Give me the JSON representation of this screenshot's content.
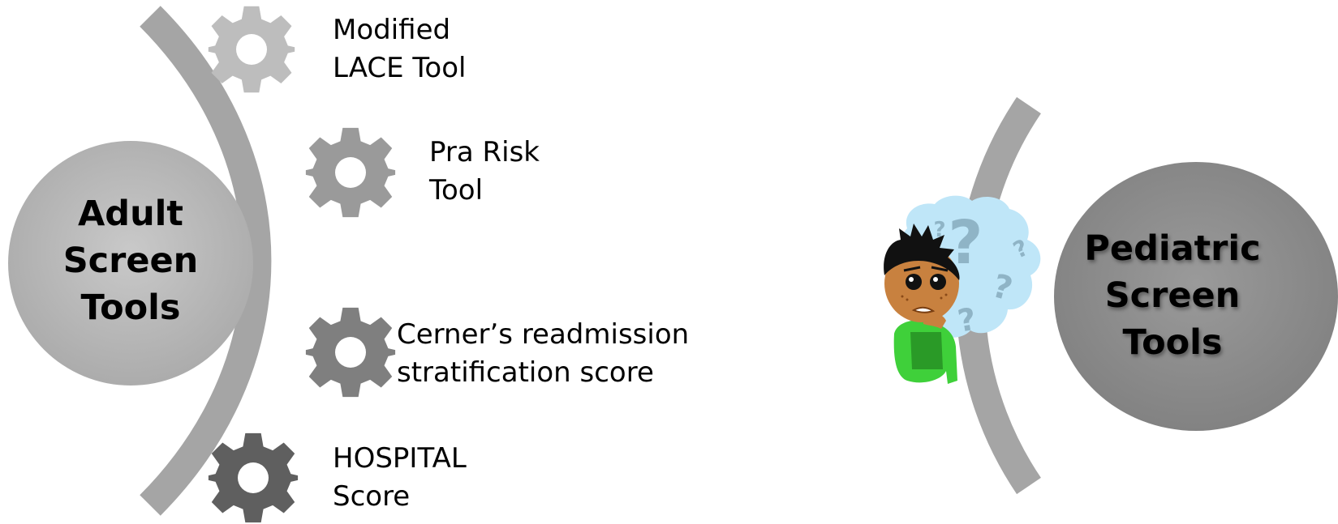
{
  "left_hub": {
    "lines": [
      "Adult",
      "Screen",
      "Tools"
    ]
  },
  "right_hub": {
    "lines": [
      "Pediatric",
      "Screen",
      "Tools"
    ]
  },
  "tools": [
    {
      "line1": "Modified",
      "line2": "LACE Tool"
    },
    {
      "line1": "Pra Risk",
      "line2": "Tool"
    },
    {
      "line1": "Cerner’s readmission",
      "line2": "stratification score"
    },
    {
      "line1": "HOSPITAL",
      "line2": "Score"
    }
  ],
  "colors": {
    "arc": "#a5a5a5",
    "hub_left": "#b7b7b7",
    "hub_right": "#8e8e8e",
    "gear_1": "#bdbdbd",
    "gear_2": "#9a9a9a",
    "gear_3": "#7f7f7f",
    "gear_4": "#5f5f5f",
    "bubble": "#bfe6f8",
    "question_mark": "#8fb4c6",
    "shirt": "#3fd03a",
    "skin": "#c8813f",
    "hair": "#111111"
  },
  "icons": {
    "gear": "gear-icon",
    "figure": "confused-person-icon"
  }
}
